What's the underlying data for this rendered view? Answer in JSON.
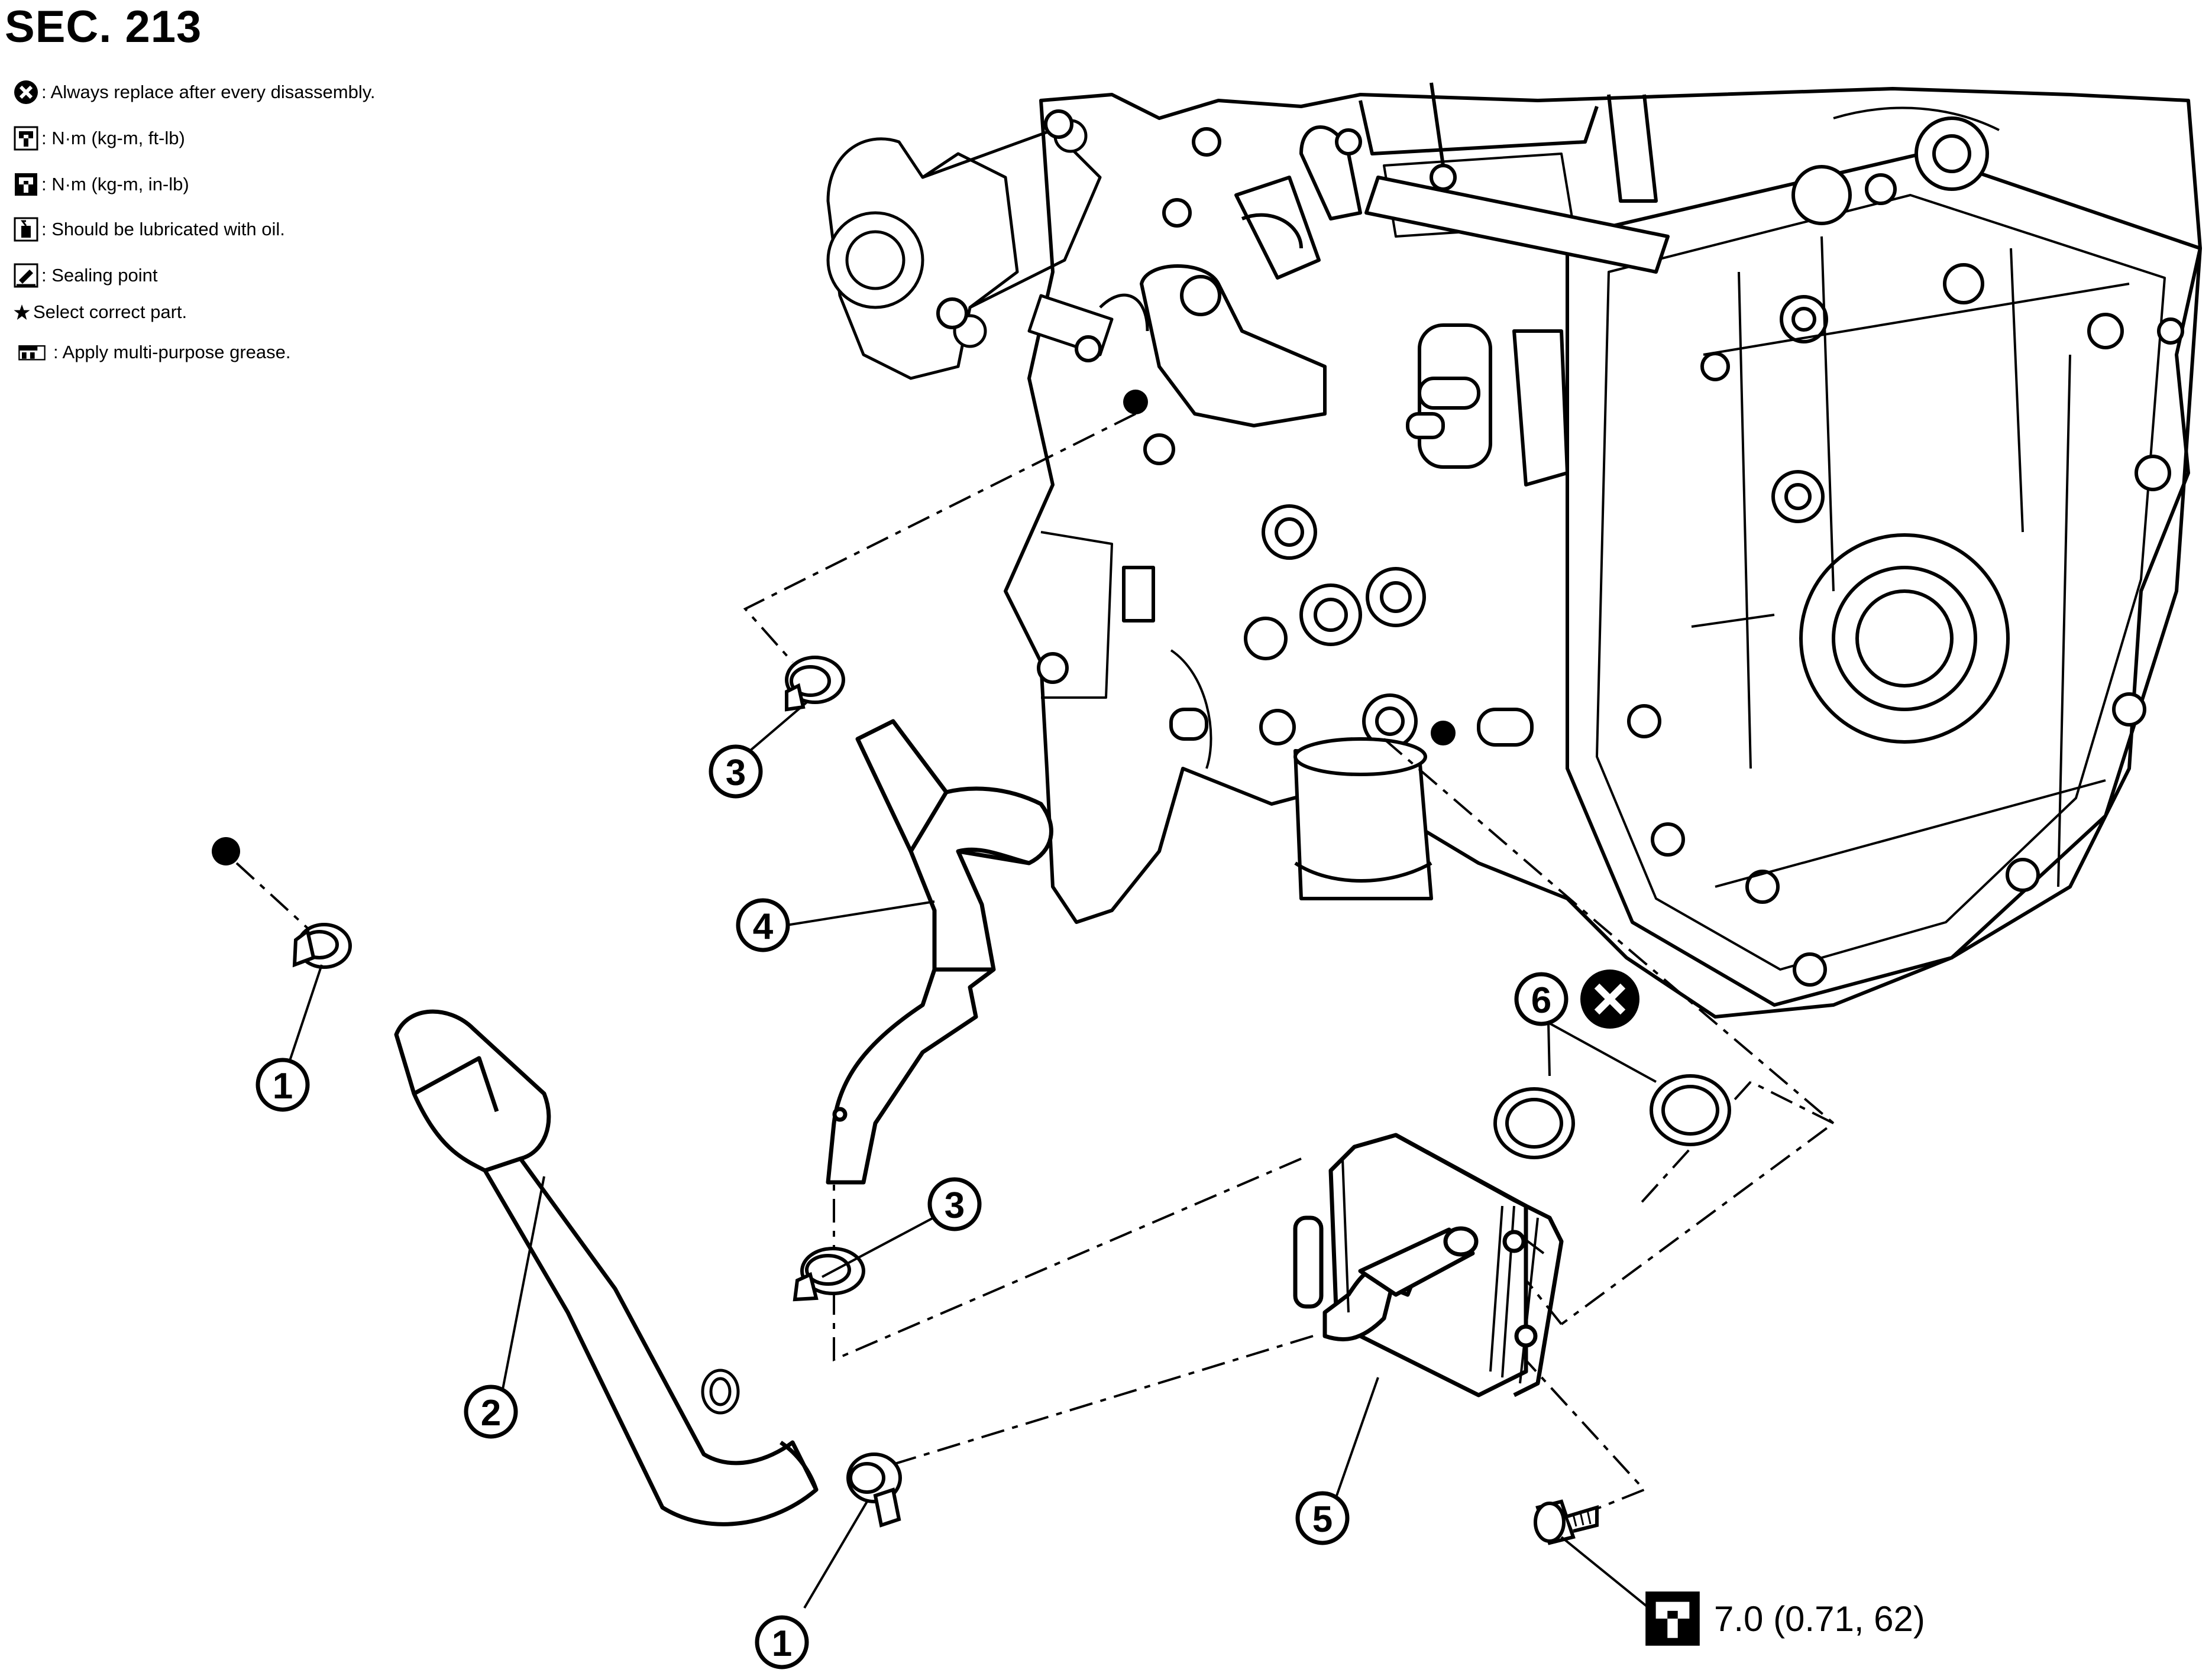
{
  "header": {
    "section_title": "SEC. 213"
  },
  "legend": [
    {
      "icon": "always-replace-icon",
      "text": ": Always replace after every disassembly."
    },
    {
      "icon": "torque-ft-lb-icon",
      "text": ": N·m (kg-m, ft-lb)"
    },
    {
      "icon": "torque-in-lb-icon",
      "text": ": N·m (kg-m, in-lb)"
    },
    {
      "icon": "oil-can-icon",
      "text": ": Should be lubricated with oil."
    },
    {
      "icon": "sealing-point-icon",
      "text": ": Sealing point"
    },
    {
      "icon": "star-icon",
      "text": " Select correct part."
    },
    {
      "icon": "grease-icon",
      "text": " : Apply multi-purpose grease."
    }
  ],
  "callouts": {
    "c1a": "1",
    "c1b": "1",
    "c2": "2",
    "c3a": "3",
    "c3b": "3",
    "c4": "4",
    "c5": "5",
    "c6": "6"
  },
  "torque_spec": {
    "icon": "torque-in-lb-icon",
    "value": "7.0 (0.71, 62)"
  }
}
